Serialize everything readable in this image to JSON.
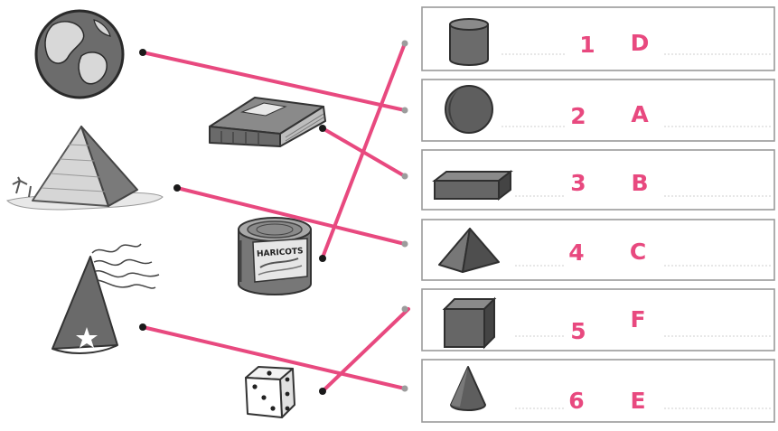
{
  "boxes": [
    {
      "number": "1",
      "letter": "D",
      "shape_icon": "cylinder-icon"
    },
    {
      "number": "2",
      "letter": "A",
      "shape_icon": "sphere-icon"
    },
    {
      "number": "3",
      "letter": "B",
      "shape_icon": "cuboid-icon"
    },
    {
      "number": "4",
      "letter": "C",
      "shape_icon": "pyramid-icon"
    },
    {
      "number": "5",
      "letter": "F",
      "shape_icon": "cube-icon"
    },
    {
      "number": "6",
      "letter": "E",
      "shape_icon": "cone-icon"
    }
  ],
  "objects": [
    {
      "name": "earth-globe-icon"
    },
    {
      "name": "egyptian-pyramid-icon"
    },
    {
      "name": "wizard-hat-icon"
    },
    {
      "name": "book-icon"
    },
    {
      "name": "bean-can-icon",
      "label": "HARICOTS"
    },
    {
      "name": "dice-icon"
    }
  ],
  "colors": {
    "match_line": "#e8497f",
    "box_border": "#9a9a9a",
    "shape_fill": "#6b6b6b",
    "shape_outline": "#2f2f2f"
  }
}
